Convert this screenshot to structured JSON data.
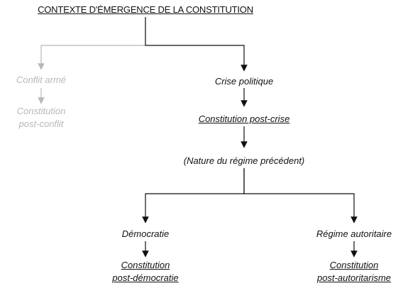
{
  "diagram": {
    "title": "CONTEXTE D'ÉMERGENCE DE LA CONSTITUTION",
    "left_branch": {
      "node1": "Conflit armé",
      "node2_line1": "Constitution",
      "node2_line2": "post-conflit"
    },
    "main_branch": {
      "crisis": "Crise politique",
      "crisis_constitution": "Constitution post-crise",
      "question": "(Nature du régime précédent)"
    },
    "democracy_branch": {
      "node": "Démocratie",
      "result_line1": "Constitution",
      "result_line2": "post-démocratie"
    },
    "authoritarian_branch": {
      "node": "Régime autoritaire",
      "result_line1": "Constitution",
      "result_line2": "post-autoritarisme"
    },
    "colors": {
      "active": "#111111",
      "faded": "#b8b8b8"
    }
  }
}
